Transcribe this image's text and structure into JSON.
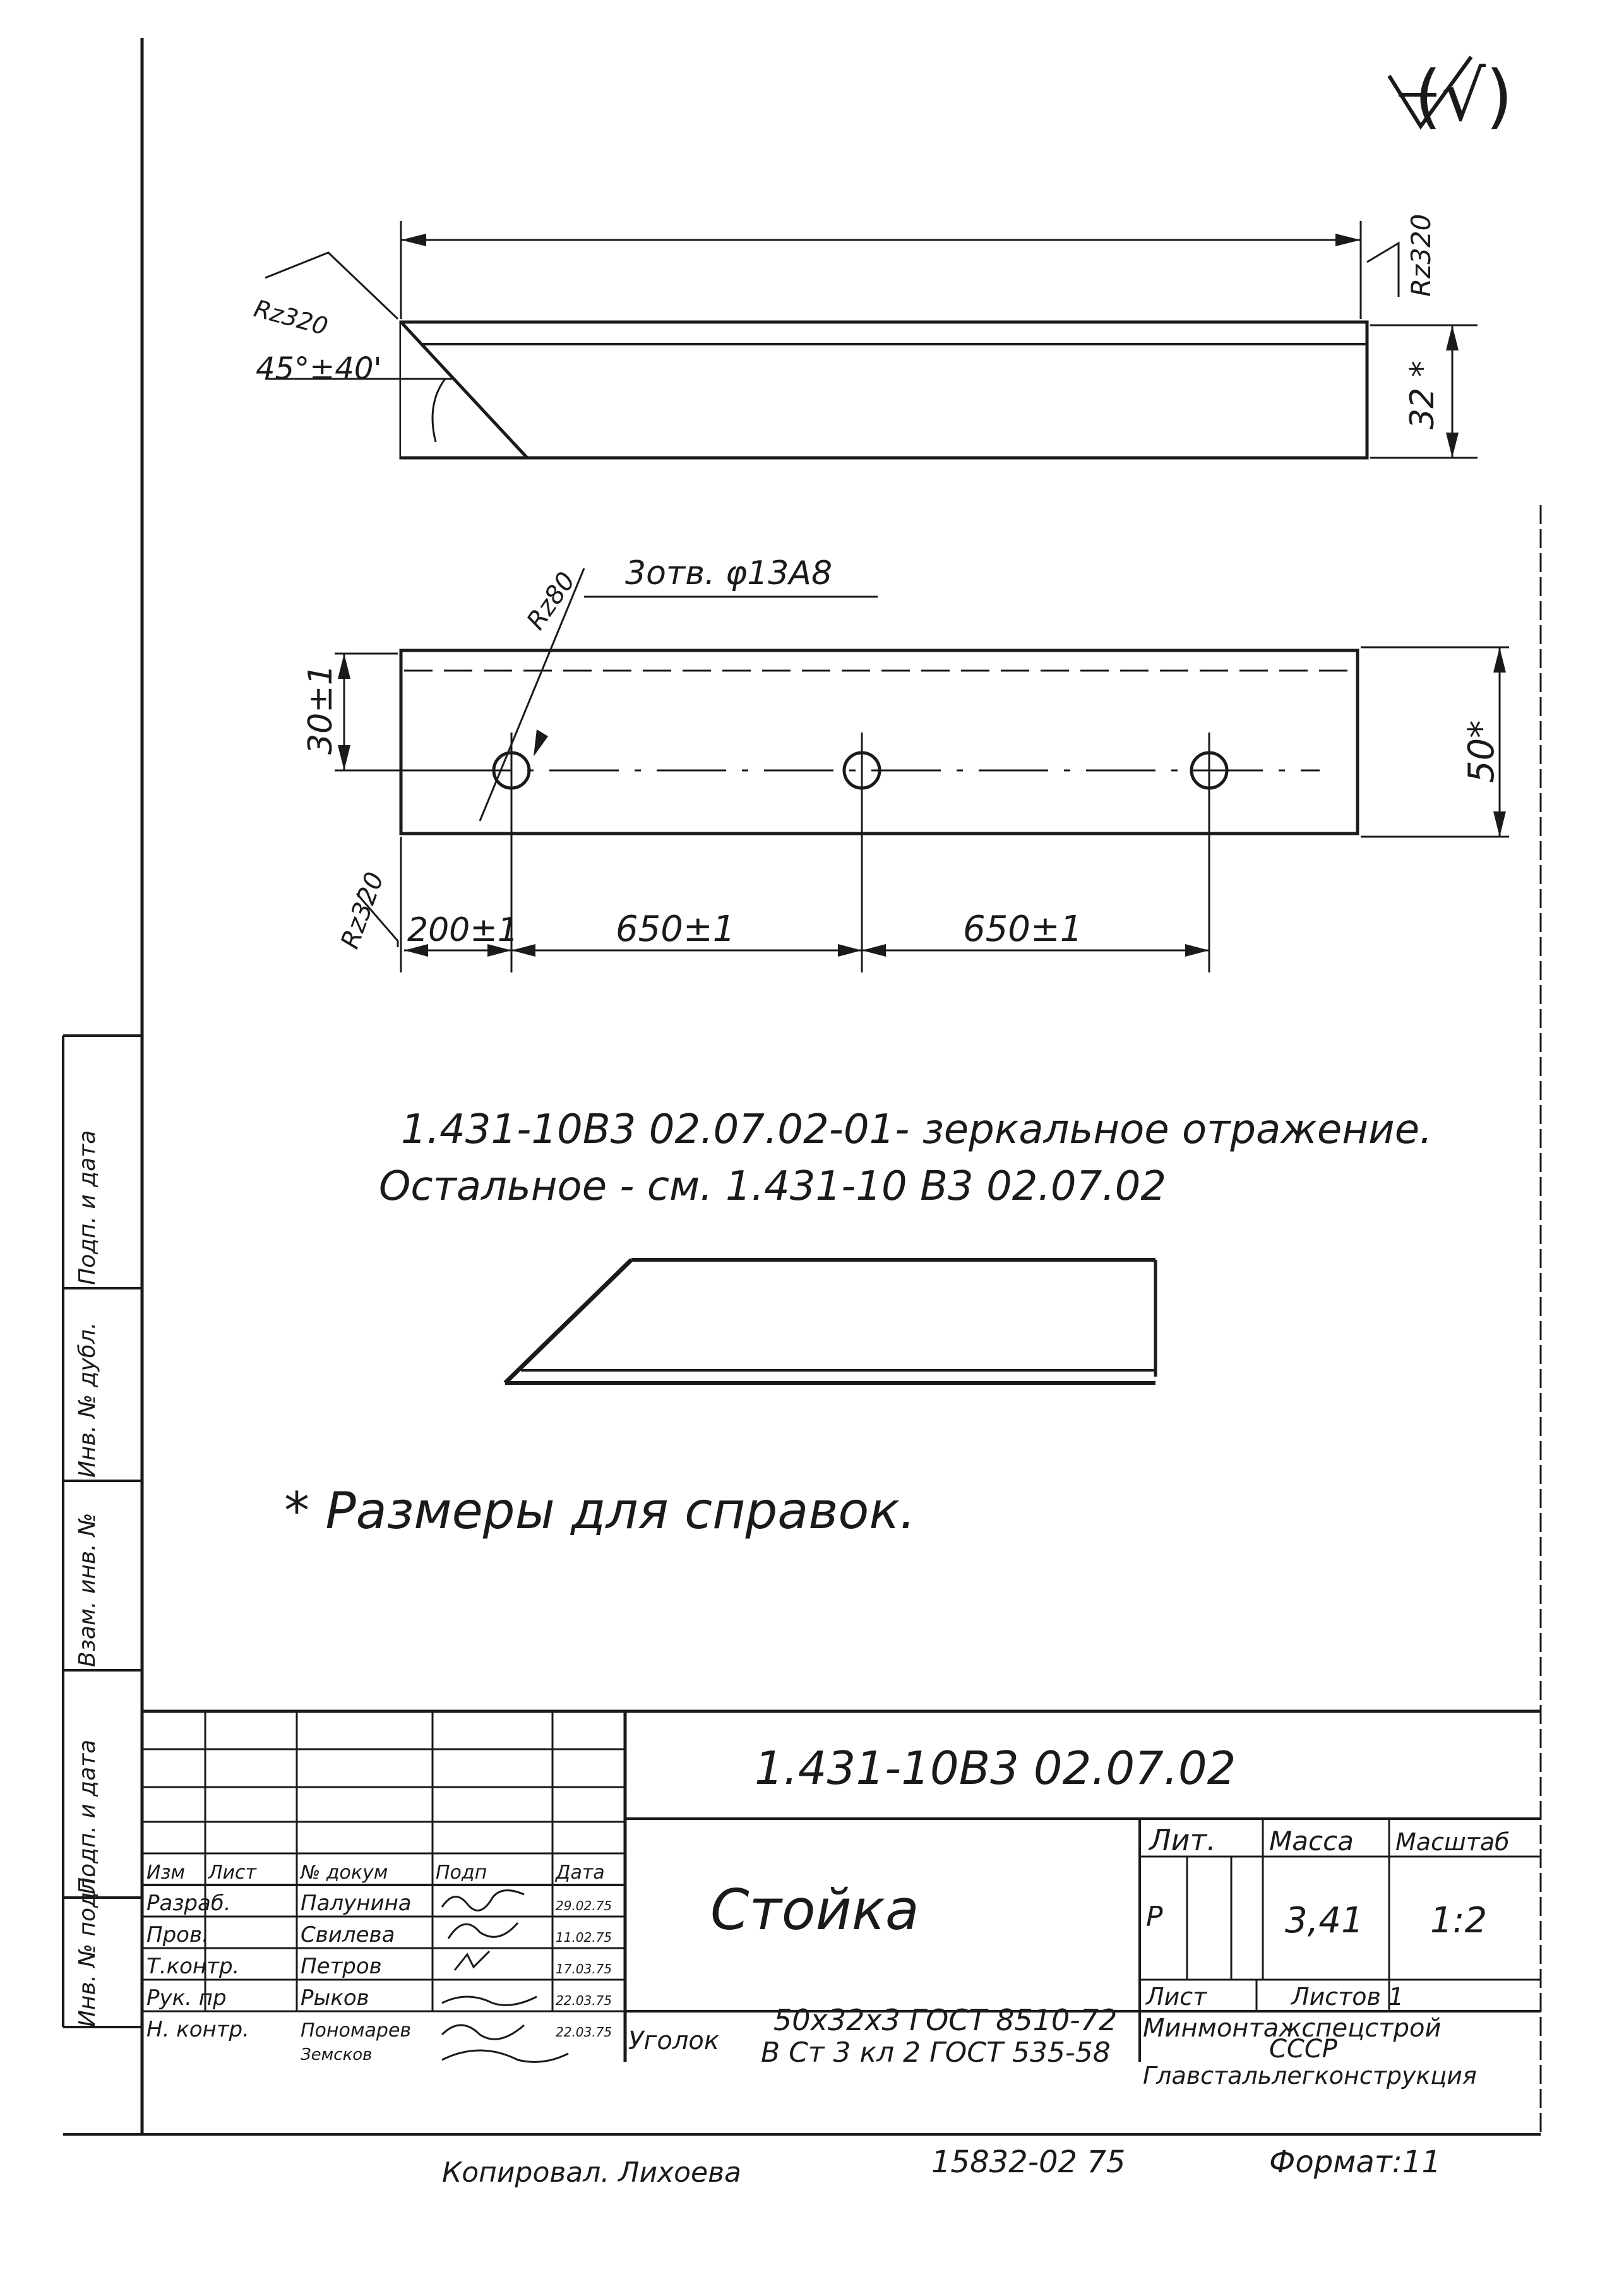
{
  "roughness_mark": "(√)",
  "view_top": {
    "rz_left": "Rz320",
    "angle": "45°±40'",
    "rz_right": "Rz320",
    "height": "32 *"
  },
  "view_front": {
    "holes_note": "3отв. φ13A8",
    "rz_hole": "Rz80",
    "dim_30": "30±1",
    "dim_50": "50*",
    "rz_bottom": "Rz320",
    "dim_200": "200±1",
    "dim_650_a": "650±1",
    "dim_650_b": "650±1"
  },
  "notes": {
    "line1": "1.431-10B3 02.07.02-01- зеркальное отражение.",
    "line2": "Остальное - см. 1.431-10 B3 02.07.02",
    "reference": "* Размеры для справок."
  },
  "side_stamp": {
    "cell1": "Инв. № подл.",
    "cell2": "Подп. и дата",
    "cell3": "Взам. инв. №",
    "cell4": "Инв. № дубл.",
    "cell5": "Подп. и дата"
  },
  "title_block": {
    "designation": "1.431-10B3 02.07.02",
    "name": "Стойка",
    "headers": [
      "Изм",
      "Лист",
      "№ докум",
      "Подп",
      "Дата"
    ],
    "rows": [
      {
        "role": "Разраб.",
        "name": "Палунина",
        "date": "29.02.75"
      },
      {
        "role": "Пров.",
        "name": "Свилева",
        "date": "11.02.75"
      },
      {
        "role": "Т.контр.",
        "name": "Петров",
        "date": "17.03.75"
      },
      {
        "role": "Рук. пр",
        "name": "Рыков",
        "date": "22.03.75"
      },
      {
        "role": "Н. контр.",
        "name": "Пономарев",
        "date": "22.03.75"
      }
    ],
    "extra_name": "Земсков",
    "lit_header": "Лит.",
    "mass_header": "Масса",
    "scale_header": "Масштаб",
    "lit_value": "Р",
    "mass_value": "3,41",
    "scale_value": "1:2",
    "sheet_label": "Лист",
    "sheets_label": "Листов 1",
    "material_word": "Уголок",
    "material_line1": "50x32x3 ГОСТ 8510-72",
    "material_line2": "B Ст 3 кл 2 ГОСТ 535-58",
    "org_line1": "Минмонтажспецстрой",
    "org_line2": "СССР",
    "org_line3": "Главстальлегконструкция"
  },
  "footer": {
    "copied": "Копировал. Лихоева",
    "number": "15832-02 75",
    "format": "Формат:11"
  }
}
